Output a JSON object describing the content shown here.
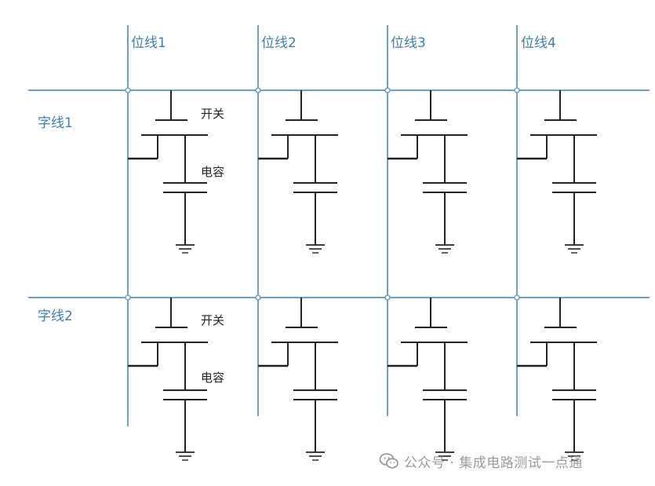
{
  "diagram": {
    "bit_lines": [
      "位线1",
      "位线2",
      "位线3",
      "位线4"
    ],
    "word_lines": [
      "字线1",
      "字线2"
    ],
    "switch_label": "开关",
    "capacitor_label": "电容",
    "line_color": "#6fa0cc",
    "circuit_color": "#222222"
  },
  "watermark": {
    "text": "公众号 · 集成电路测试一点通",
    "icon": "wechat-icon"
  }
}
